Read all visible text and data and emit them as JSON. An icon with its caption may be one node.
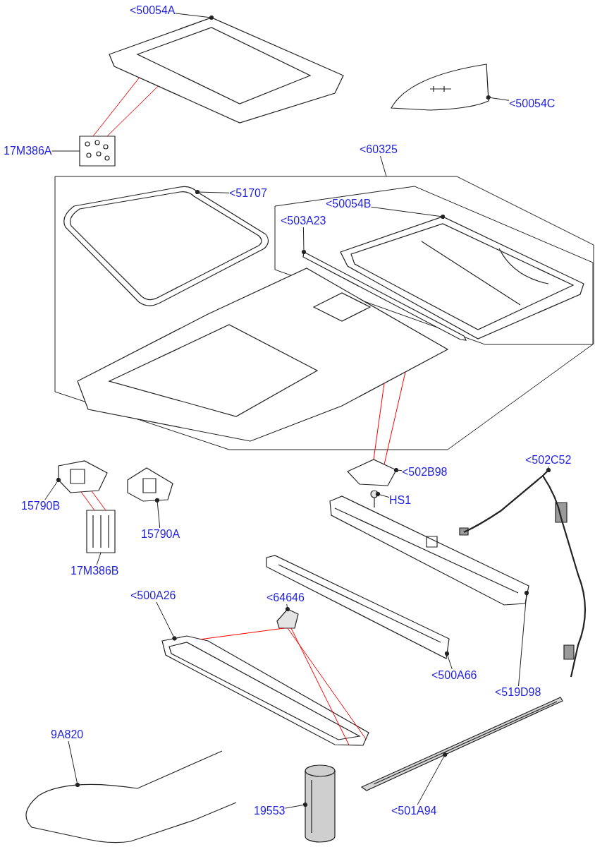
{
  "diagram": {
    "nodes": [
      {
        "text": [
          "<50054A"
        ]
      },
      {
        "text": [],
        "shape": "picture"
      },
      {
        "text": [
          "<50054C"
        ]
      },
      {
        "text": [],
        "shape": "picture"
      },
      {
        "text": [
          "17M386A"
        ]
      },
      {
        "text": [],
        "shape": "picture"
      },
      {
        "text": [
          "<60325"
        ]
      },
      {
        "text": [],
        "shape": "box"
      },
      {
        "text": [
          "<51707"
        ],
        "in": 7
      },
      {
        "text": [],
        "shape": "picture",
        "in": 7
      },
      {
        "text": [],
        "shape": "box",
        "in": 7
      },
      {
        "text": [
          "<50054B"
        ],
        "in": 10
      },
      {
        "text": [
          "<503A23"
        ],
        "in": 10
      },
      {
        "text": [],
        "shape": "picture",
        "in": 10
      },
      {
        "text": [],
        "shape": "picture",
        "in": 10
      },
      {
        "text": [],
        "shape": "picture",
        "in": 7
      },
      {
        "text": [
          "<502C52"
        ]
      },
      {
        "text": [],
        "shape": "picture"
      },
      {
        "text": [
          "<502B98"
        ]
      },
      {
        "text": [],
        "shape": "picture"
      },
      {
        "text": [
          "HS1"
        ]
      },
      {
        "text": [],
        "shape": "picture"
      },
      {
        "text": [
          "15790B"
        ]
      },
      {
        "text": [],
        "shape": "picture"
      },
      {
        "text": [],
        "shape": "picture"
      },
      {
        "text": [
          "15790A"
        ]
      },
      {
        "text": [],
        "shape": "picture"
      },
      {
        "text": [
          "17M386B"
        ]
      },
      {
        "text": [],
        "shape": "picture"
      },
      {
        "text": [
          "<519D98"
        ]
      },
      {
        "text": [],
        "shape": "picture"
      },
      {
        "text": [
          "<500A66"
        ]
      },
      {
        "text": [
          "<500A26"
        ]
      },
      {
        "text": [
          "<64646"
        ]
      },
      {
        "text": [],
        "shape": "picture"
      },
      {
        "text": [],
        "shape": "picture"
      },
      {
        "text": [
          "9A820"
        ]
      },
      {
        "text": [],
        "shape": "picture"
      },
      {
        "text": [],
        "shape": "picture"
      },
      {
        "text": [
          "<501A94"
        ]
      },
      {
        "text": [],
        "shape": "picture"
      },
      {
        "text": [
          "19553"
        ]
      }
    ],
    "edges": [
      {
        "from": 0,
        "to": 1,
        "arrow": "other"
      },
      {
        "from": 2,
        "to": 3,
        "arrow": "other"
      },
      {
        "from": 4,
        "to": 5,
        "arrow": "none"
      },
      {
        "from": 5,
        "to": 1,
        "arrow": "none",
        "color": "#ff0000"
      },
      {
        "from": 5,
        "to": 1,
        "arrow": "none",
        "color": "#ff0000"
      },
      {
        "from": 6,
        "to": 7,
        "arrow": "none"
      },
      {
        "from": 8,
        "to": 9,
        "arrow": "other"
      },
      {
        "from": 11,
        "to": 13,
        "arrow": "other"
      },
      {
        "from": 12,
        "to": 14,
        "arrow": "other"
      },
      {
        "from": 16,
        "to": 17,
        "arrow": "other"
      },
      {
        "from": 18,
        "to": 19,
        "arrow": "other"
      },
      {
        "from": 19,
        "to": 15,
        "arrow": "none",
        "color": "#ff0000"
      },
      {
        "from": 19,
        "to": 15,
        "arrow": "none",
        "color": "#ff0000"
      },
      {
        "from": 20,
        "to": 21,
        "arrow": "other"
      },
      {
        "from": 22,
        "to": 23,
        "arrow": "other"
      },
      {
        "from": 26,
        "to": 23,
        "arrow": "none",
        "color": "#ff0000"
      },
      {
        "from": 26,
        "to": 23,
        "arrow": "none",
        "color": "#ff0000"
      },
      {
        "from": 25,
        "to": 24,
        "arrow": "other"
      },
      {
        "from": 27,
        "to": 26,
        "arrow": "none"
      },
      {
        "from": 29,
        "to": 28,
        "arrow": "other"
      },
      {
        "from": 31,
        "to": 30,
        "arrow": "other"
      },
      {
        "from": 32,
        "to": 35,
        "arrow": "other"
      },
      {
        "from": 33,
        "to": 34,
        "arrow": "other"
      },
      {
        "from": 34,
        "to": 35,
        "arrow": "none",
        "color": "#ff0000"
      },
      {
        "from": 34,
        "to": 35,
        "arrow": "none",
        "color": "#ff0000"
      },
      {
        "from": 34,
        "to": 35,
        "arrow": "none",
        "color": "#ff0000"
      },
      {
        "from": 36,
        "to": 37,
        "arrow": "other"
      },
      {
        "from": 39,
        "to": 38,
        "arrow": "other"
      },
      {
        "from": 41,
        "to": 40,
        "arrow": "other"
      }
    ]
  }
}
